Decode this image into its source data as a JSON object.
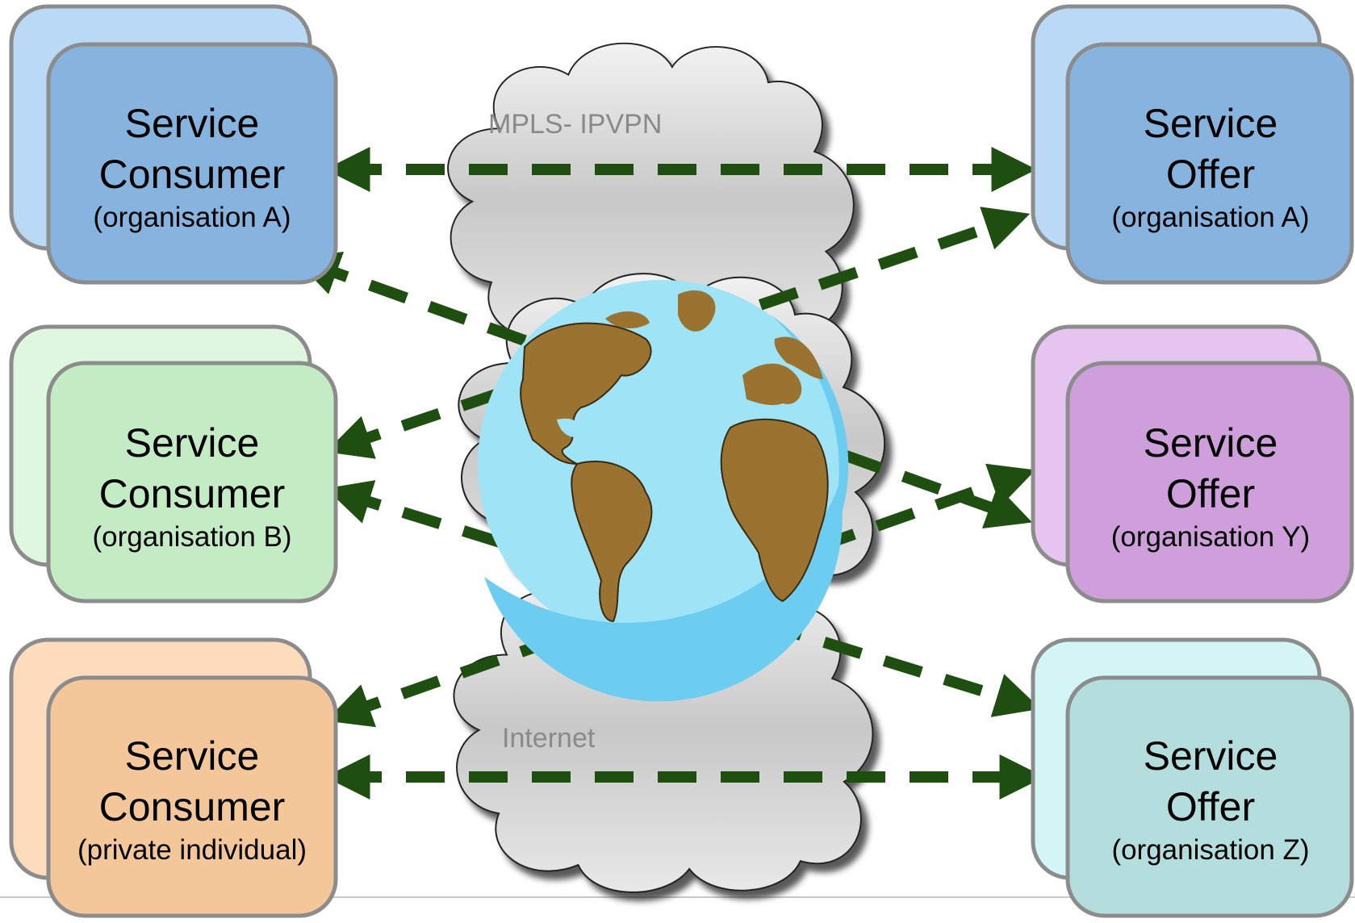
{
  "clouds": {
    "top_label": "MPLS- IPVPN",
    "bottom_label": "Internet"
  },
  "consumers": [
    {
      "line1": "Service",
      "line2": "Consumer",
      "line3": "(organisation A)",
      "color": "#86b4de",
      "color_light": "#b9d9f5"
    },
    {
      "line1": "Service",
      "line2": "Consumer",
      "line3": "(organisation B)",
      "color": "#c4ecc4",
      "color_light": "#dff7df"
    },
    {
      "line1": "Service",
      "line2": "Consumer",
      "line3": "(private individual)",
      "color": "#f4c79b",
      "color_light": "#fcdcbc"
    }
  ],
  "offers": [
    {
      "line1": "Service",
      "line2": "Offer",
      "line3": "(organisation A)",
      "color": "#86b4de",
      "color_light": "#b9d9f5"
    },
    {
      "line1": "Service",
      "line2": "Offer",
      "line3": "(organisation Y)",
      "color": "#cf9fdc",
      "color_light": "#e6c4f0"
    },
    {
      "line1": "Service",
      "line2": "Offer",
      "line3": "(organisation Z)",
      "color": "#b4dede",
      "color_light": "#d4f5f5"
    }
  ],
  "icons": {
    "globe": "globe-icon"
  },
  "colors": {
    "arrow": "#1f4f10",
    "box_border": "#8c8c8c",
    "cloud_fill": "#dcdcdc",
    "ocean": "#9fe4f6",
    "land": "#9b7331"
  }
}
